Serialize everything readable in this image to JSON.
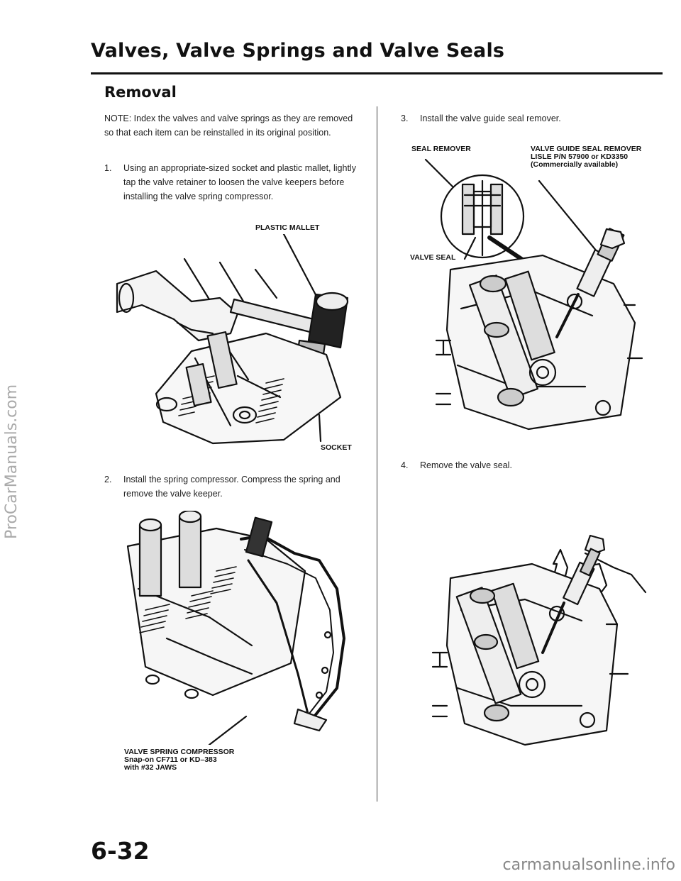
{
  "header": {
    "title": "Valves, Valve Springs and Valve Seals"
  },
  "section": {
    "title": "Removal"
  },
  "note": "NOTE: Index the valves and valve springs as they are removed so that each item can be reinstalled in its original position.",
  "steps": [
    {
      "num": "1.",
      "text": "Using an appropriate-sized socket and plastic mallet, lightly tap the valve retainer to loosen the valve keepers before installing the valve spring compressor."
    },
    {
      "num": "2.",
      "text": "Install the spring compressor. Compress the spring and remove the valve keeper."
    },
    {
      "num": "3.",
      "text": "Install the valve guide seal remover."
    },
    {
      "num": "4.",
      "text": "Remove the valve seal."
    }
  ],
  "callouts": {
    "plastic_mallet": "PLASTIC MALLET",
    "socket": "SOCKET",
    "compressor_line1": "VALVE SPRING COMPRESSOR",
    "compressor_line2": "Snap-on CF711 or KD–383",
    "compressor_line3": "with #32 JAWS",
    "seal_remover": "SEAL REMOVER",
    "guide_remover_line1": "VALVE GUIDE SEAL REMOVER",
    "guide_remover_line2": "LISLE P/N 57900 or KD3350",
    "guide_remover_line3": "(Commercially available)",
    "valve_seal": "VALVE SEAL"
  },
  "footer": {
    "page_number": "6-32"
  },
  "watermarks": {
    "side": "ProCarManuals.com",
    "bottom": "carmanualsonline.info"
  }
}
